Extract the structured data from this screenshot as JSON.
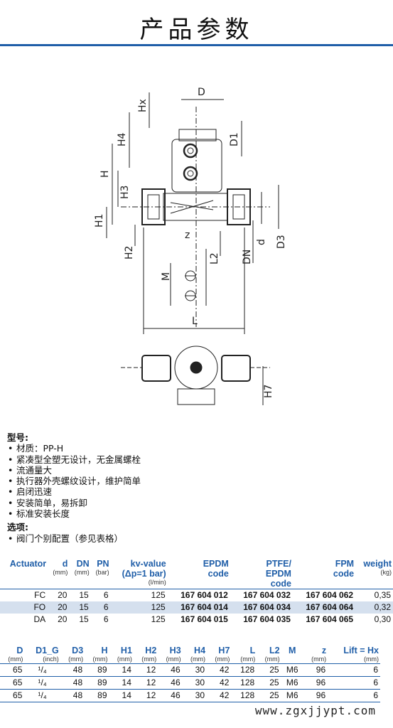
{
  "title": "产品参数",
  "drawing_labels": {
    "hx": "Hx",
    "d_top": "D",
    "d1": "D1",
    "h4": "H4",
    "h": "H",
    "h3": "H3",
    "h1": "H1",
    "h2": "H2",
    "z": "z",
    "l2": "L2",
    "dn": "DN",
    "d_small": "d",
    "d3": "D3",
    "m": "M",
    "l": "L",
    "h7": "H7"
  },
  "spec": {
    "model_heading": "型号:",
    "features": [
      "材质：PP-H",
      "紧凑型全塑无设计，无金属螺栓",
      "流通量大",
      "执行器外壳螺纹设计，维护简单",
      "启闭迅速",
      "安装简单，易拆卸",
      "标准安装长度"
    ],
    "options_heading": "选项:",
    "options": [
      "阀门个别配置（参见表格）"
    ]
  },
  "table1": {
    "headers": [
      {
        "label": "Actuator",
        "unit": ""
      },
      {
        "label": "d",
        "unit": "(mm)"
      },
      {
        "label": "DN",
        "unit": "(mm)"
      },
      {
        "label": "PN",
        "unit": "(bar)"
      },
      {
        "label": "kv-value",
        "label2": "(Δp=1 bar)",
        "unit": "(l/min)"
      },
      {
        "label": "EPDM",
        "label2": "code",
        "unit": ""
      },
      {
        "label": "PTFE/",
        "label2": "EPDM",
        "label3": "code",
        "unit": ""
      },
      {
        "label": "FPM",
        "label2": "code",
        "unit": ""
      },
      {
        "label": "weight",
        "unit": "(kg)"
      }
    ],
    "rows": [
      [
        "FC",
        "20",
        "15",
        "6",
        "125",
        "167 604 012",
        "167 604 032",
        "167 604 062",
        "0,35"
      ],
      [
        "FO",
        "20",
        "15",
        "6",
        "125",
        "167 604 014",
        "167 604 034",
        "167 604 064",
        "0,32"
      ],
      [
        "DA",
        "20",
        "15",
        "6",
        "125",
        "167 604 015",
        "167 604 035",
        "167 604 065",
        "0,30"
      ]
    ]
  },
  "table2": {
    "headers": [
      {
        "label": "D",
        "unit": "(mm)"
      },
      {
        "label": "D1_G",
        "unit": "(inch)"
      },
      {
        "label": "D3",
        "unit": "(mm)"
      },
      {
        "label": "H",
        "unit": "(mm)"
      },
      {
        "label": "H1",
        "unit": "(mm)"
      },
      {
        "label": "H2",
        "unit": "(mm)"
      },
      {
        "label": "H3",
        "unit": "(mm)"
      },
      {
        "label": "H4",
        "unit": "(mm)"
      },
      {
        "label": "H7",
        "unit": "(mm)"
      },
      {
        "label": "L",
        "unit": "(mm)"
      },
      {
        "label": "L2",
        "unit": "(mm)"
      },
      {
        "label": "M",
        "unit": ""
      },
      {
        "label": "z",
        "unit": "(mm)"
      },
      {
        "label": "Lift = Hx",
        "unit": "(mm)"
      }
    ],
    "rows": [
      [
        "65",
        "¹/₄",
        "48",
        "89",
        "14",
        "12",
        "46",
        "30",
        "42",
        "128",
        "25",
        "M6",
        "96",
        "6"
      ],
      [
        "65",
        "¹/₄",
        "48",
        "89",
        "14",
        "12",
        "46",
        "30",
        "42",
        "128",
        "25",
        "M6",
        "96",
        "6"
      ],
      [
        "65",
        "¹/₄",
        "48",
        "89",
        "14",
        "12",
        "46",
        "30",
        "42",
        "128",
        "25",
        "M6",
        "96",
        "6"
      ]
    ]
  },
  "watermark": "www.zgxjjypt.com"
}
